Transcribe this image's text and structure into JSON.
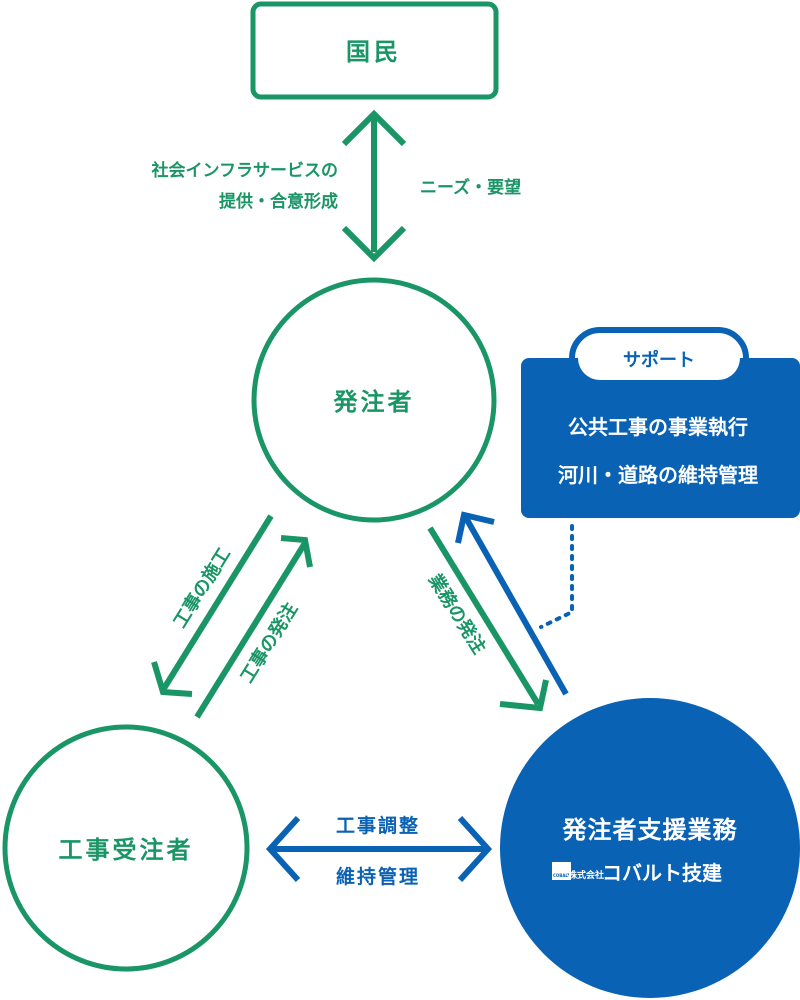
{
  "colors": {
    "green": "#1a9566",
    "blue": "#0a62b4",
    "white": "#ffffff"
  },
  "nodes": {
    "kokumin": "国民",
    "hacchusha": "発注者",
    "koji_juchusha": "工事受注者",
    "shien_gyomu": "発注者支援業務"
  },
  "company": {
    "legal_form": "株式会社",
    "name": "コバルト技建",
    "logo_small_text": "COBALT"
  },
  "support_box": {
    "tag": "サポート",
    "line1": "公共工事の事業執行",
    "line2": "河川・道路の維持管理"
  },
  "labels": {
    "service_line1": "社会インフラサービスの",
    "service_line2": "提供・合意形成",
    "needs": "ニーズ・要望",
    "koji_seko": "工事の施工",
    "koji_hacchu": "工事の発注",
    "gyomu_hacchu": "業務の発注",
    "koji_chosei": "工事調整",
    "iji_kanri": "維持管理"
  }
}
